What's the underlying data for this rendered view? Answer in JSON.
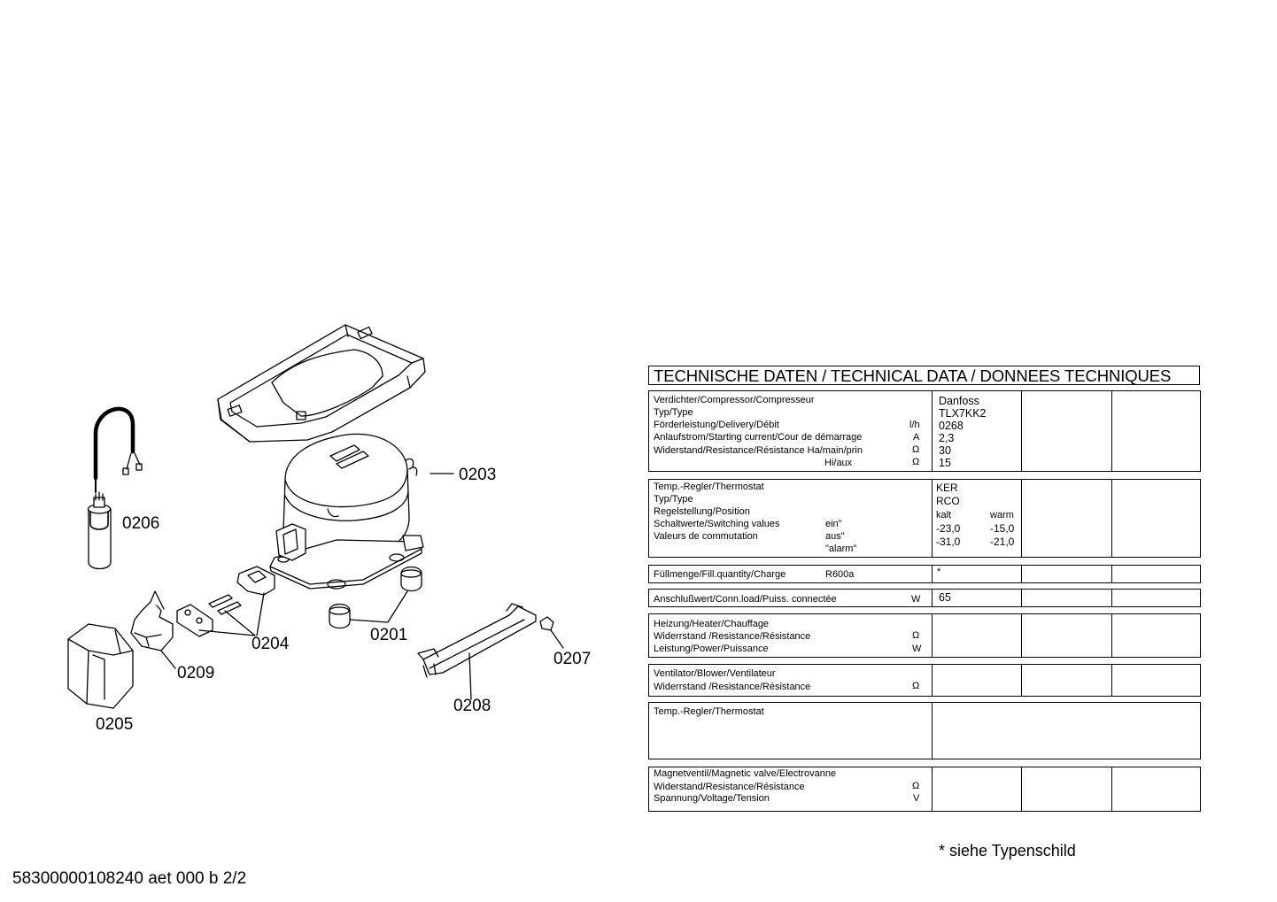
{
  "parts": {
    "p0203": "0203",
    "p0206": "0206",
    "p0204": "0204",
    "p0201": "0201",
    "p0209": "0209",
    "p0207": "0207",
    "p0208": "0208",
    "p0205": "0205"
  },
  "tech": {
    "title": "TECHNISCHE DATEN / TECHNICAL DATA / DONNEES TECHNIQUES",
    "compressor": {
      "l1": "Verdichter/Compressor/Compresseur",
      "l2": "Typ/Type",
      "l3": "Förderleistung/Delivery/Débit",
      "l4": "Anlaufstrom/Starting current/Cour de démarrage",
      "l5": "Widerstand/Resistance/Résistance Ha/main/prin",
      "l6": "Hi/aux",
      "u3": "l/h",
      "u4": "A",
      "u5": "Ω",
      "u6": "Ω",
      "v1": "Danfoss",
      "v2": "TLX7KK2",
      "v3": "0268",
      "v4": "2,3",
      "v5": "30",
      "v6": "15"
    },
    "thermostat": {
      "l1": "Temp.-Regler/Thermostat",
      "l2": "Typ/Type",
      "l3": "Regelstellung/Position",
      "l4": "Schaltwerte/Switching values",
      "l5": "Valeurs de commutation",
      "s4": "ein\"",
      "s5": "aus\"",
      "s6": "\"alarm\"",
      "v1": "KER",
      "v2": "RCO",
      "kalt": "kalt",
      "warm": "warm",
      "ein_kalt": "-23,0",
      "ein_warm": "-15,0",
      "aus_kalt": "-31,0",
      "aus_warm": "-21,0"
    },
    "charge": {
      "label": "Füllmenge/Fill.quantity/Charge",
      "gas": "R600a",
      "value": "*"
    },
    "load": {
      "label": "Anschlußwert/Conn.load/Puiss. connectée",
      "unit": "W",
      "value": "65"
    },
    "heater": {
      "l1": "Heizung/Heater/Chauffage",
      "l2": "Widerrstand /Resistance/Résistance",
      "l3": "Leistung/Power/Puissance",
      "u2": "Ω",
      "u3": "W"
    },
    "fan": {
      "l1": "Ventilator/Blower/Ventilateur",
      "l2": "Widerrstand /Resistance/Résistance",
      "u2": "Ω"
    },
    "thermostat2": {
      "l1": "Temp.-Regler/Thermostat"
    },
    "valve": {
      "l1": "Magnetventil/Magnetic valve/Electrovanne",
      "l2": "Widerstand/Resistance/Résistance",
      "l3": "Spannung/Voltage/Tension",
      "u2": "Ω",
      "u3": "V"
    }
  },
  "note": "* siehe Typenschild",
  "footer": "58300000108240 aet 000 b 2/2"
}
